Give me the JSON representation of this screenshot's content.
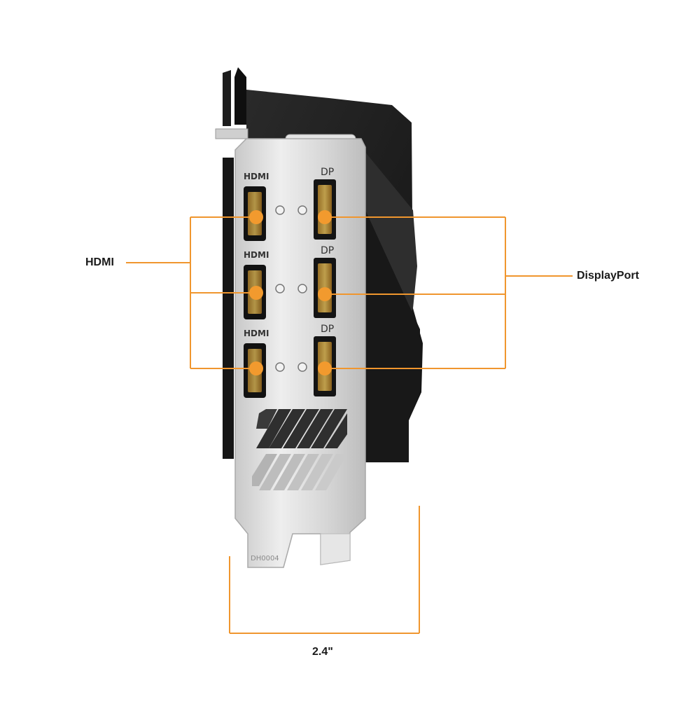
{
  "labels": {
    "hdmi_callout": "HDMI",
    "displayport_callout": "DisplayPort",
    "width_dimension": "2.4\""
  },
  "ports": {
    "hdmi": [
      {
        "label": "HDMI"
      },
      {
        "label": "HDMI"
      },
      {
        "label": "HDMI"
      }
    ],
    "displayport": [
      {
        "label": "DP"
      },
      {
        "label": "DP"
      },
      {
        "label": "DP"
      }
    ]
  },
  "bracket": {
    "part_number": "DH0004"
  },
  "colors": {
    "accent": "#f0962e",
    "port_highlight": "#f29a2e",
    "card_shroud": "#1c1c1c",
    "bracket_metal": "#d9d9d9",
    "label_text": "#1a1a1a"
  },
  "icons": [
    "screw-icon",
    "hdmi-port-icon",
    "displayport-icon",
    "vent-slots"
  ]
}
